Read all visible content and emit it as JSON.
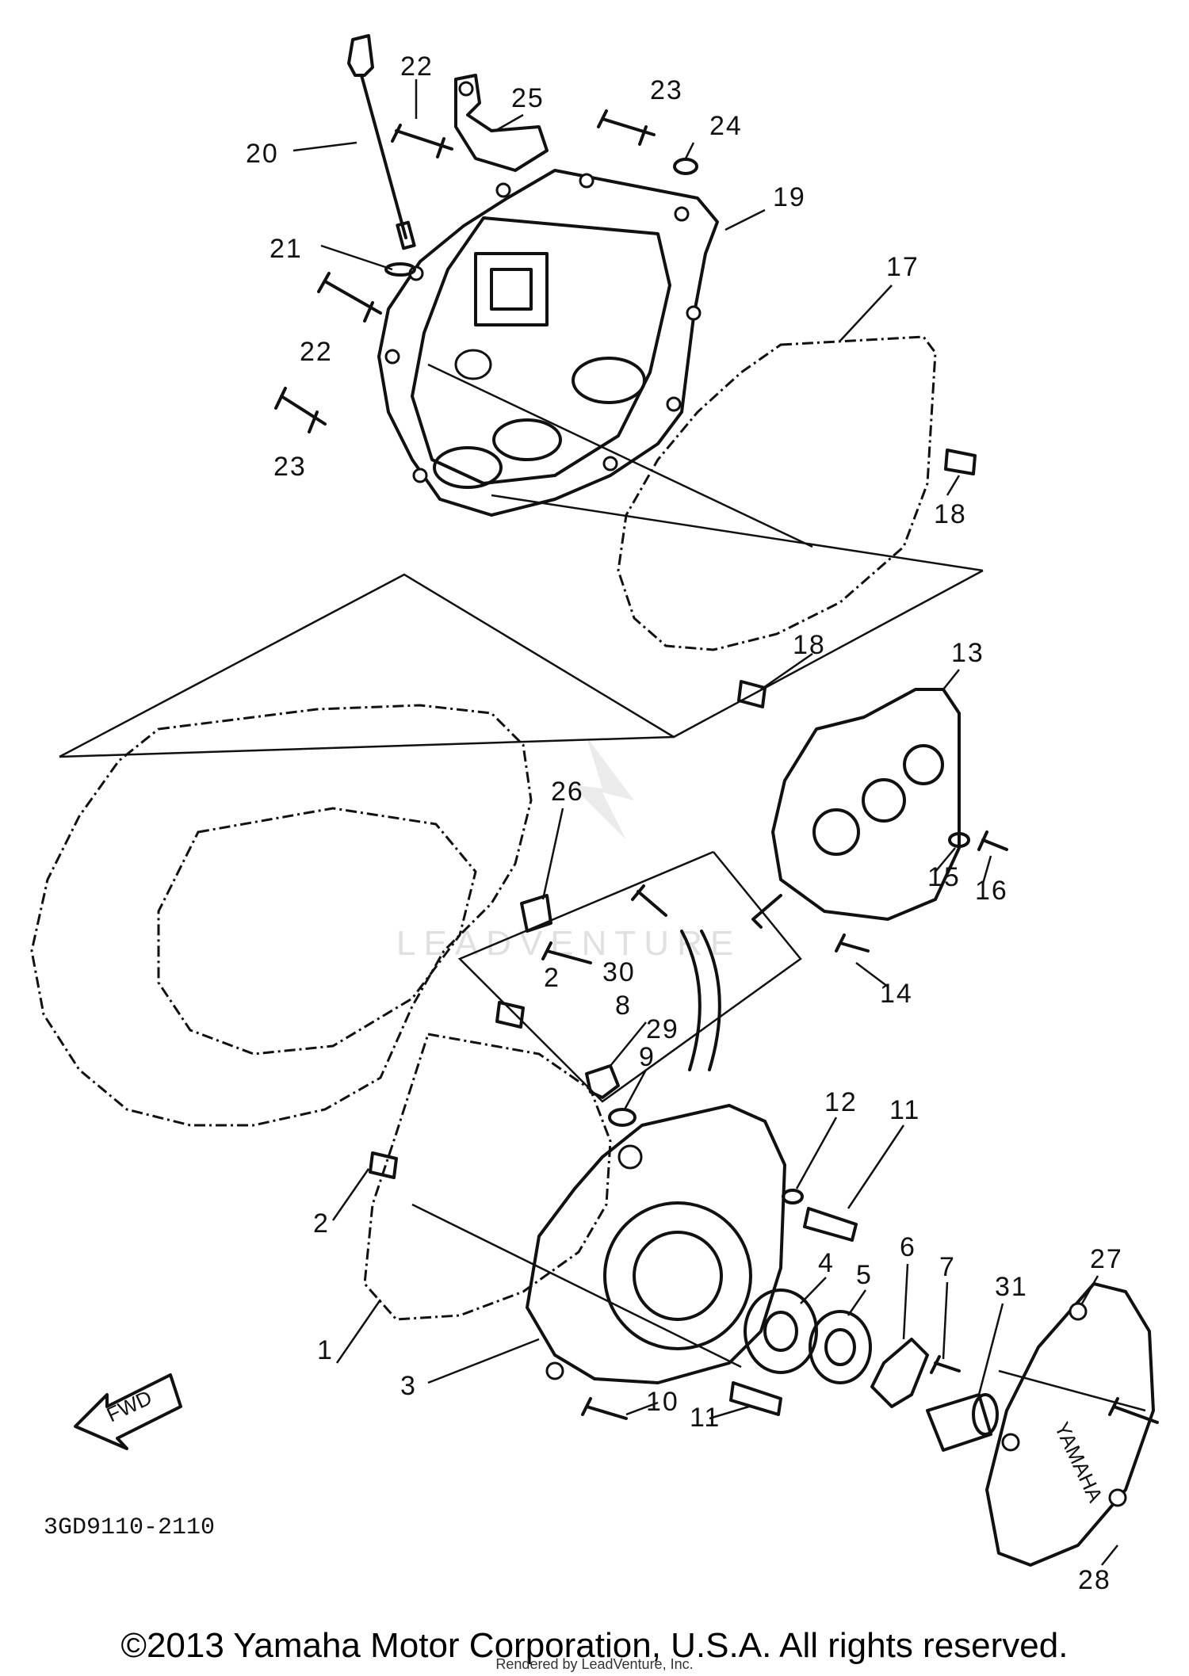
{
  "diagram": {
    "part_numbers": [
      "1",
      "2",
      "3",
      "4",
      "5",
      "6",
      "7",
      "8",
      "9",
      "10",
      "11",
      "12",
      "13",
      "14",
      "15",
      "16",
      "17",
      "18",
      "19",
      "20",
      "21",
      "22",
      "23",
      "24",
      "25",
      "26",
      "27",
      "28",
      "29",
      "30",
      "31"
    ],
    "fwd_label": "FWD",
    "diagram_code": "3GD9110-2110",
    "cover_emblem": "YAMAHA",
    "watermark": "LEADVENTURE"
  },
  "footer": {
    "copyright": "©2013 Yamaha Motor Corporation, U.S.A. All rights reserved.",
    "rendered_by": "Rendered by LeadVenture, Inc."
  }
}
